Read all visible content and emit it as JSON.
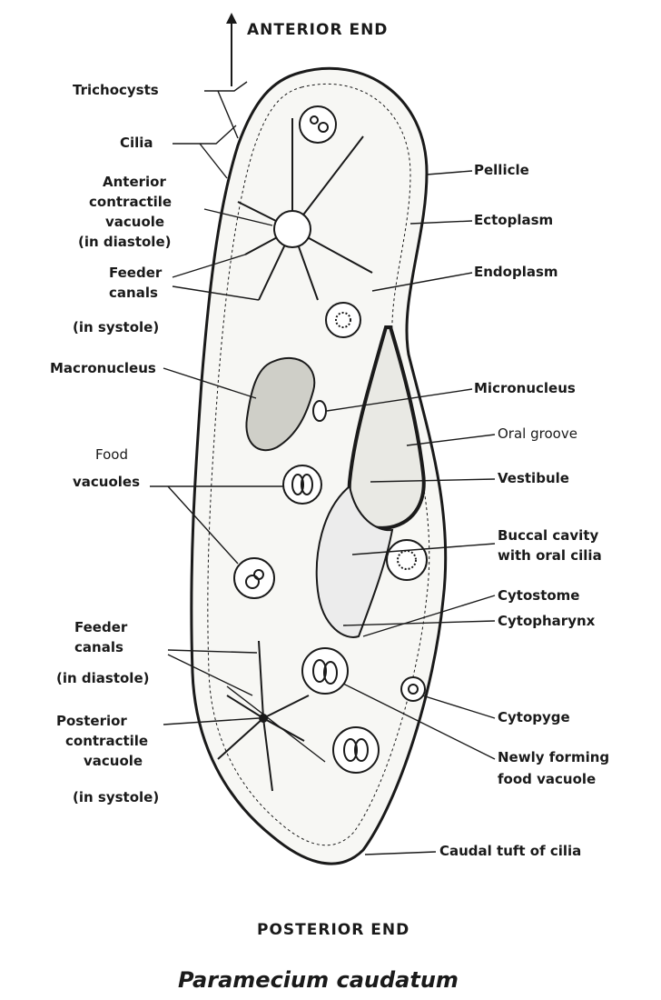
{
  "diagram": {
    "top_label": "ANTERIOR END",
    "bottom_label": "POSTERIOR END",
    "caption": "Paramecium caudatum",
    "labels_left": {
      "trichocysts": "Trichocysts",
      "cilia": "Cilia",
      "anterior_cv": [
        "Anterior",
        "contractile",
        "vacuole",
        "(in diastole)"
      ],
      "feeder_canals_systole": [
        "Feeder",
        "canals",
        "(in systole)"
      ],
      "macronucleus": "Macronucleus",
      "food_vacuoles": [
        "Food",
        "vacuoles"
      ],
      "feeder_canals_diastole": [
        "Feeder",
        "canals",
        "(in diastole)"
      ],
      "posterior_cv": [
        "Posterior",
        "contractile",
        "vacuole",
        "(in systole)"
      ]
    },
    "labels_right": {
      "pellicle": "Pellicle",
      "ectoplasm": "Ectoplasm",
      "endoplasm": "Endoplasm",
      "micronucleus": "Micronucleus",
      "oral_groove": "Oral groove",
      "vestibule": "Vestibule",
      "buccal_cavity": [
        "Buccal cavity",
        "with oral cilia"
      ],
      "cytostome": "Cytostome",
      "cytopharynx": "Cytopharynx",
      "cytopyge": "Cytopyge",
      "newly_forming": [
        "Newly forming",
        "food vacuole"
      ],
      "caudal_tuft": "Caudal tuft of cilia"
    }
  }
}
